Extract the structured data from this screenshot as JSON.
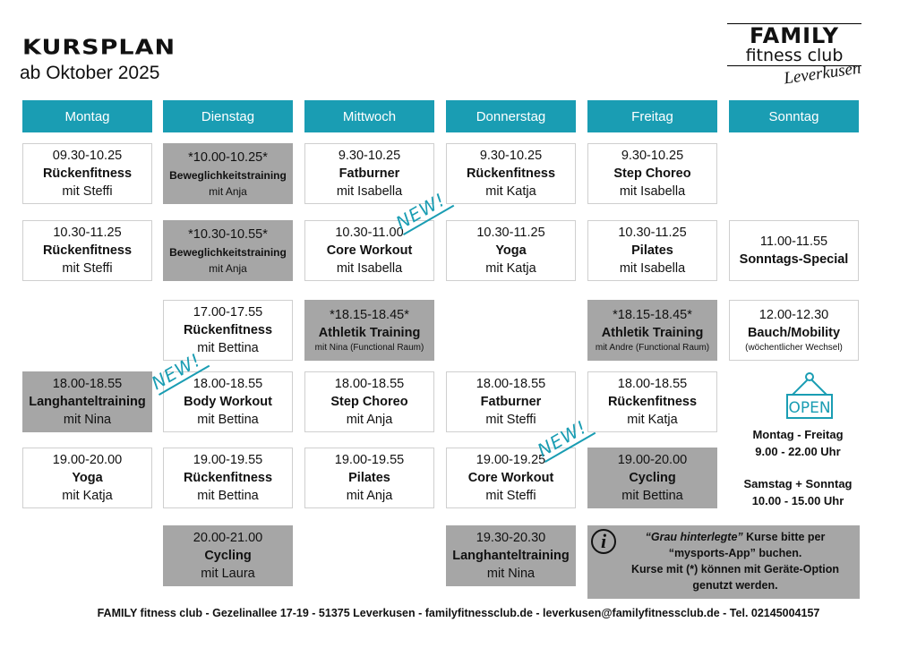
{
  "header": {
    "title": "KURSPLAN",
    "subtitle": "ab Oktober 2025"
  },
  "logo": {
    "line1": "FAMILY",
    "line2": "fitness club",
    "line3": "Leverkusen"
  },
  "days": [
    "Montag",
    "Dienstag",
    "Mittwoch",
    "Donnerstag",
    "Freitag",
    "Sonntag"
  ],
  "new_label": "NEW!",
  "courses": [
    {
      "day": 0,
      "slot": 0,
      "time": "09.30-10.25",
      "name": "Rückenfitness",
      "trainer": "mit Steffi"
    },
    {
      "day": 0,
      "slot": 1,
      "time": "10.30-11.25",
      "name": "Rückenfitness",
      "trainer": "mit Steffi"
    },
    {
      "day": 0,
      "slot": 3,
      "time": "18.00-18.55",
      "name": "Langhanteltraining",
      "trainer": "mit Nina",
      "grey": true
    },
    {
      "day": 0,
      "slot": 4,
      "time": "19.00-20.00",
      "name": "Yoga",
      "trainer": "mit Katja"
    },
    {
      "day": 1,
      "slot": 0,
      "time": "*10.00-10.25*",
      "name": "Beweglichkeitstraining",
      "trainer": "mit Anja",
      "grey": true,
      "small": true
    },
    {
      "day": 1,
      "slot": 1,
      "time": "*10.30-10.55*",
      "name": "Beweglichkeitstraining",
      "trainer": "mit Anja",
      "grey": true,
      "small": true
    },
    {
      "day": 1,
      "slot": 2,
      "time": "17.00-17.55",
      "name": "Rückenfitness",
      "trainer": "mit Bettina"
    },
    {
      "day": 1,
      "slot": 3,
      "time": "18.00-18.55",
      "name": "Body Workout",
      "trainer": "mit Bettina",
      "new": true
    },
    {
      "day": 1,
      "slot": 4,
      "time": "19.00-19.55",
      "name": "Rückenfitness",
      "trainer": "mit Bettina"
    },
    {
      "day": 1,
      "slot": 5,
      "time": "20.00-21.00",
      "name": "Cycling",
      "trainer": "mit Laura",
      "grey": true
    },
    {
      "day": 2,
      "slot": 0,
      "time": "9.30-10.25",
      "name": "Fatburner",
      "trainer": "mit Isabella"
    },
    {
      "day": 2,
      "slot": 1,
      "time": "10.30-11.00",
      "name": "Core Workout",
      "trainer": "mit Isabella",
      "new": true
    },
    {
      "day": 2,
      "slot": 2,
      "time": "*18.15-18.45*",
      "name": "Athletik Training",
      "trainer": "mit Nina (Functional Raum)",
      "grey": true,
      "tiny": true
    },
    {
      "day": 2,
      "slot": 3,
      "time": "18.00-18.55",
      "name": "Step Choreo",
      "trainer": "mit Anja"
    },
    {
      "day": 2,
      "slot": 4,
      "time": "19.00-19.55",
      "name": "Pilates",
      "trainer": "mit Anja"
    },
    {
      "day": 3,
      "slot": 0,
      "time": "9.30-10.25",
      "name": "Rückenfitness",
      "trainer": "mit Katja"
    },
    {
      "day": 3,
      "slot": 1,
      "time": "10.30-11.25",
      "name": "Yoga",
      "trainer": "mit Katja"
    },
    {
      "day": 3,
      "slot": 3,
      "time": "18.00-18.55",
      "name": "Fatburner",
      "trainer": "mit Steffi"
    },
    {
      "day": 3,
      "slot": 4,
      "time": "19.00-19.25",
      "name": "Core Workout",
      "trainer": "mit Steffi",
      "new": true
    },
    {
      "day": 3,
      "slot": 5,
      "time": "19.30-20.30",
      "name": "Langhanteltraining",
      "trainer": "mit Nina",
      "grey": true
    },
    {
      "day": 4,
      "slot": 0,
      "time": "9.30-10.25",
      "name": "Step Choreo",
      "trainer": "mit Isabella"
    },
    {
      "day": 4,
      "slot": 1,
      "time": "10.30-11.25",
      "name": "Pilates",
      "trainer": "mit Isabella"
    },
    {
      "day": 4,
      "slot": 2,
      "time": "*18.15-18.45*",
      "name": "Athletik Training",
      "trainer": "mit Andre (Functional Raum)",
      "grey": true,
      "tiny": true
    },
    {
      "day": 4,
      "slot": 3,
      "time": "18.00-18.55",
      "name": "Rückenfitness",
      "trainer": "mit Katja"
    },
    {
      "day": 4,
      "slot": 4,
      "time": "19.00-20.00",
      "name": "Cycling",
      "trainer": "mit Bettina",
      "grey": true
    },
    {
      "day": 5,
      "slot": 1,
      "time": "11.00-11.55",
      "name": "Sonntags-Special",
      "trainer": ""
    },
    {
      "day": 5,
      "slot": 2,
      "time": "12.00-12.30",
      "name": "Bauch/Mobility",
      "trainer": "(wöchentlicher Wechsel)",
      "tiny": true
    }
  ],
  "opening": {
    "sign": "OPEN",
    "weekday_label": "Montag - Freitag",
    "weekday_hours": "9.00 - 22.00 Uhr",
    "weekend_label": "Samstag + Sonntag",
    "weekend_hours": "10.00 - 15.00 Uhr"
  },
  "info": {
    "icon": "i",
    "italic": "“Grau hinterlegte”",
    "line1": " Kurse bitte per",
    "line2": "“mysports-App” buchen.",
    "line3": "Kurse mit  (*) können mit Geräte-Option",
    "line4": "genutzt werden."
  },
  "footer": "FAMILY fitness club - Gezelinallee 17-19 - 51375 Leverkusen - familyfitnessclub.de - leverkusen@familyfitnessclub.de - Tel. 02145004157",
  "colors": {
    "accent": "#1a9db3",
    "grey": "#a6a6a6"
  }
}
